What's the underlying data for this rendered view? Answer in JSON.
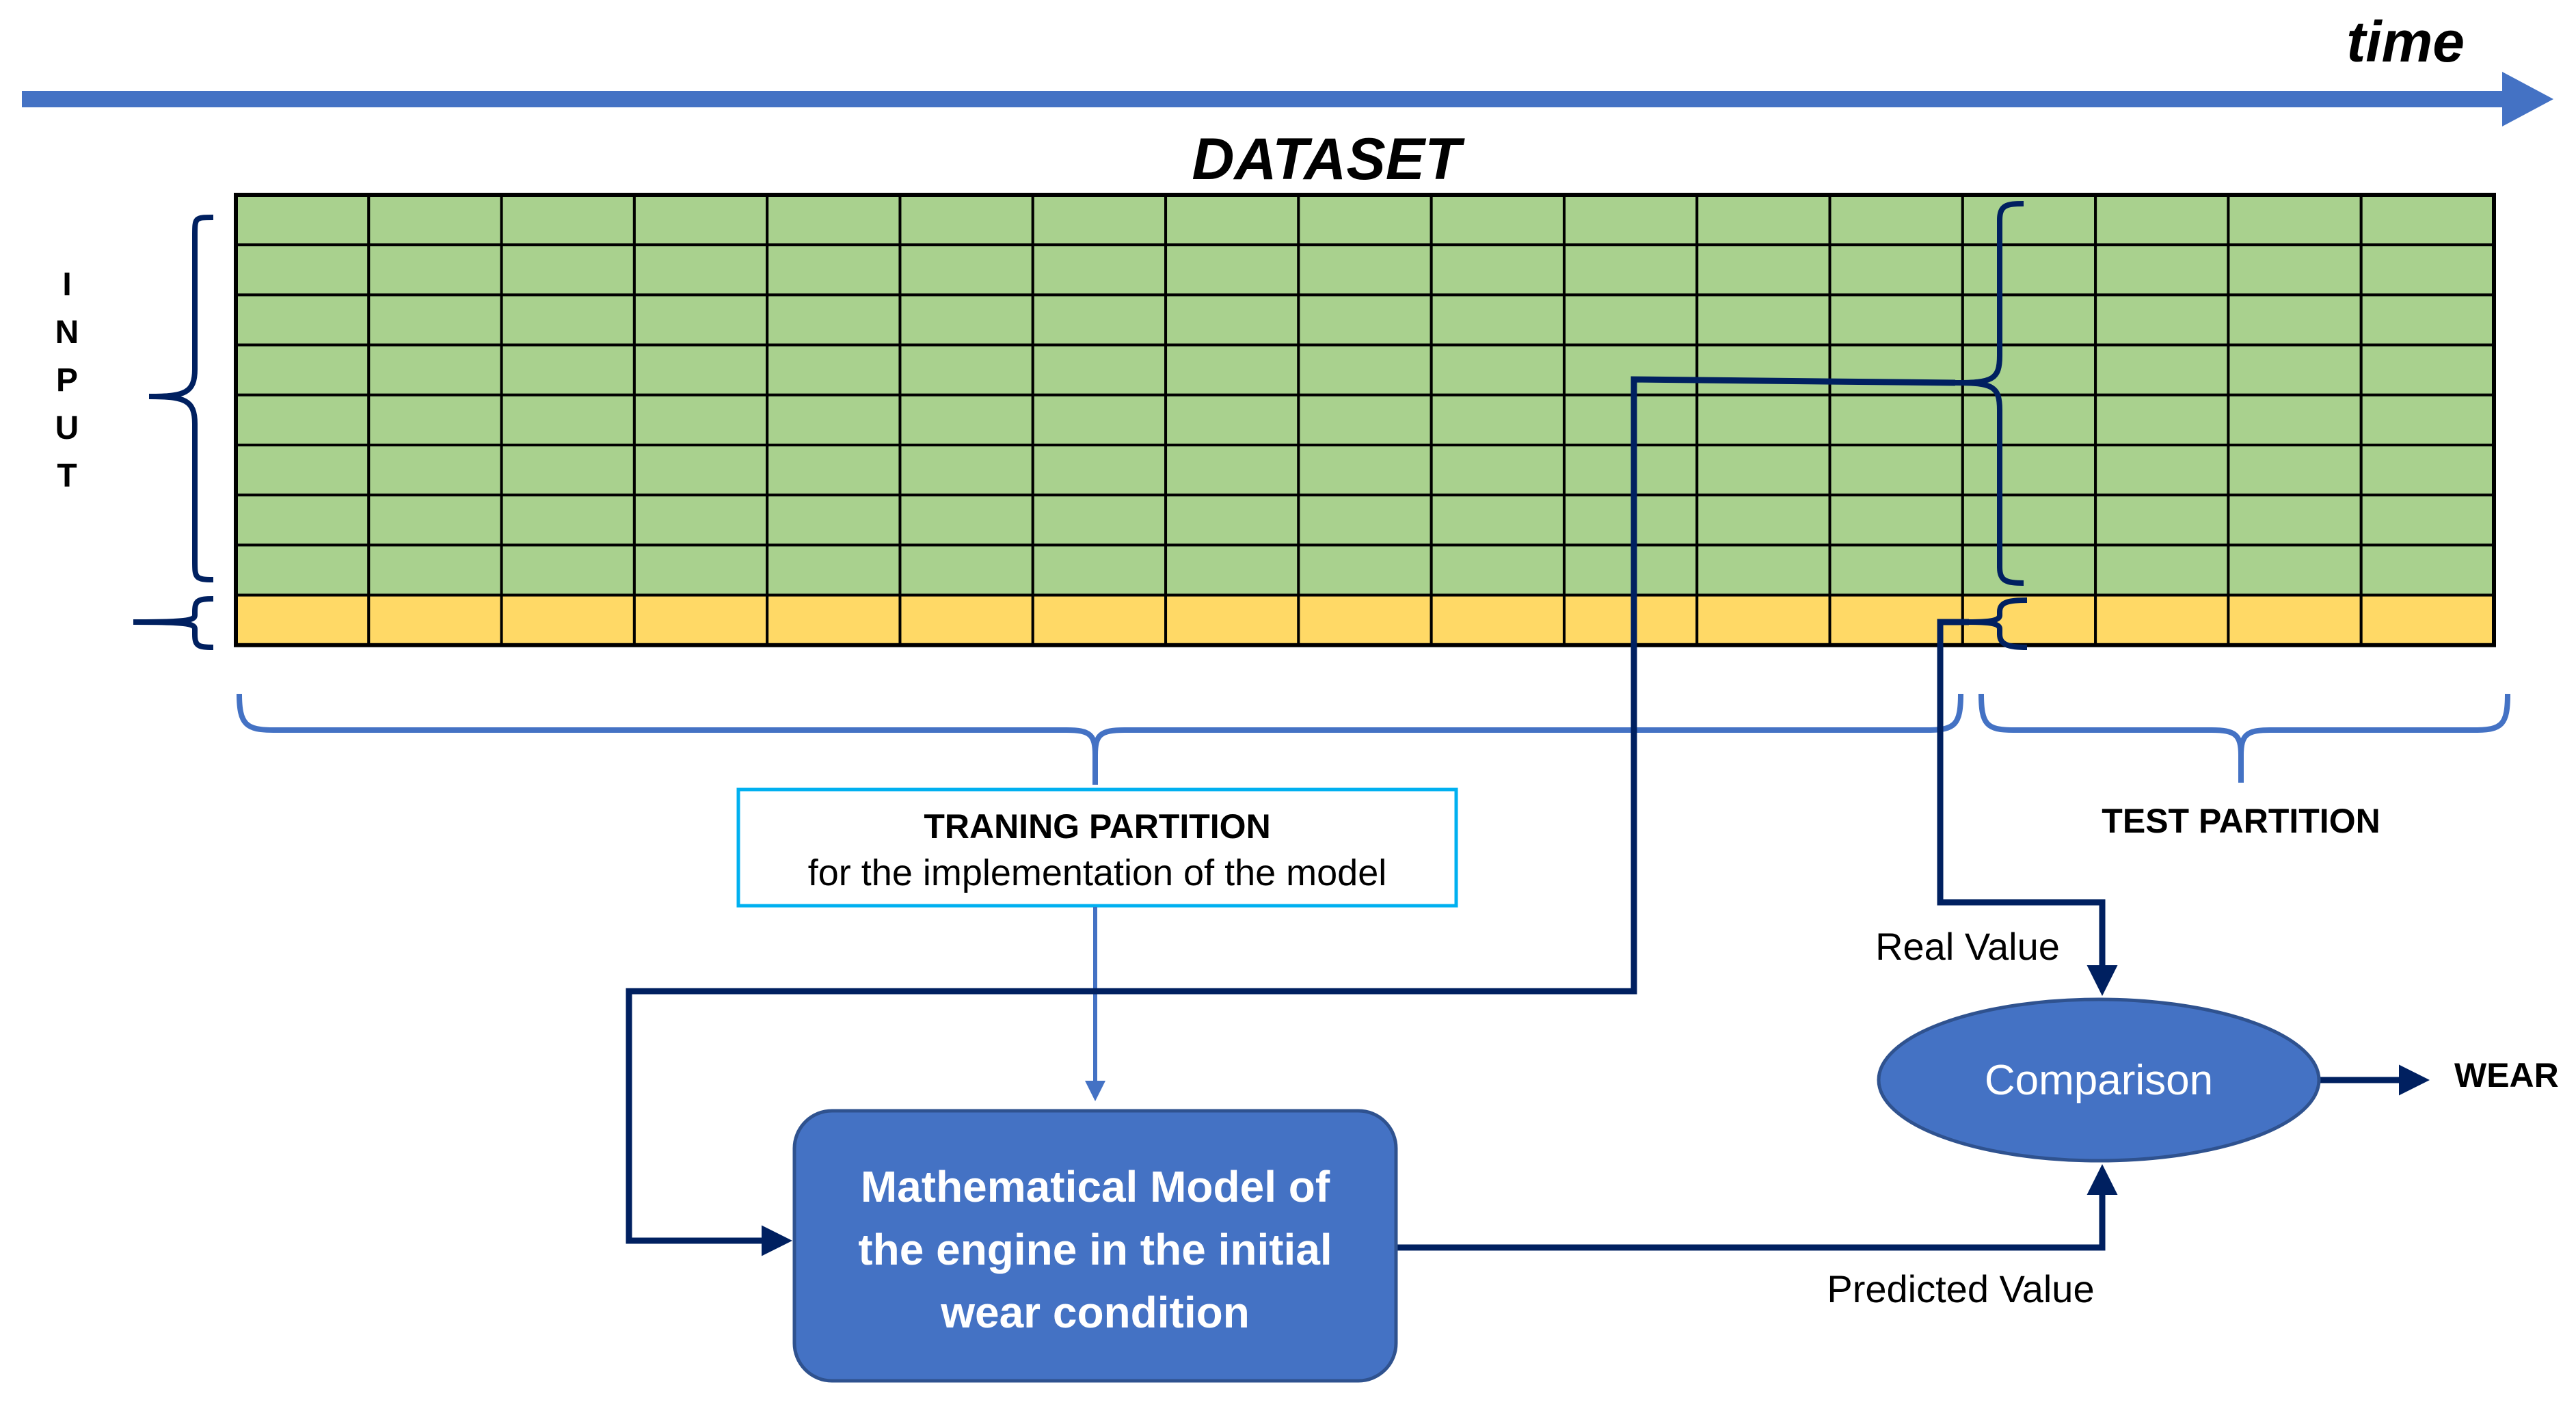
{
  "time_label": "time",
  "dataset_title": "DATASET",
  "input_letters": [
    "I",
    "N",
    "P",
    "U",
    "T"
  ],
  "grid": {
    "columns": 17,
    "input_rows": 8,
    "output_rows": 1,
    "test_start_column": 13
  },
  "training_box": {
    "title": "TRANING PARTITION",
    "subtitle": "for the implementation of the model"
  },
  "test_label": "TEST PARTITION",
  "model_box": {
    "lines": [
      "Mathematical Model of",
      "the engine in the initial",
      "wear condition"
    ]
  },
  "comparison_label": "Comparison",
  "real_value_label": "Real Value",
  "predicted_value_label": "Predicted Value",
  "wear_label": "WEAR",
  "colors": {
    "arrow_blue": "#4472C4",
    "dark_navy": "#002060",
    "input_cell": "#A9D18E",
    "output_cell": "#FFD966",
    "box_fill": "#4472C4",
    "training_border": "#00B0F0"
  }
}
